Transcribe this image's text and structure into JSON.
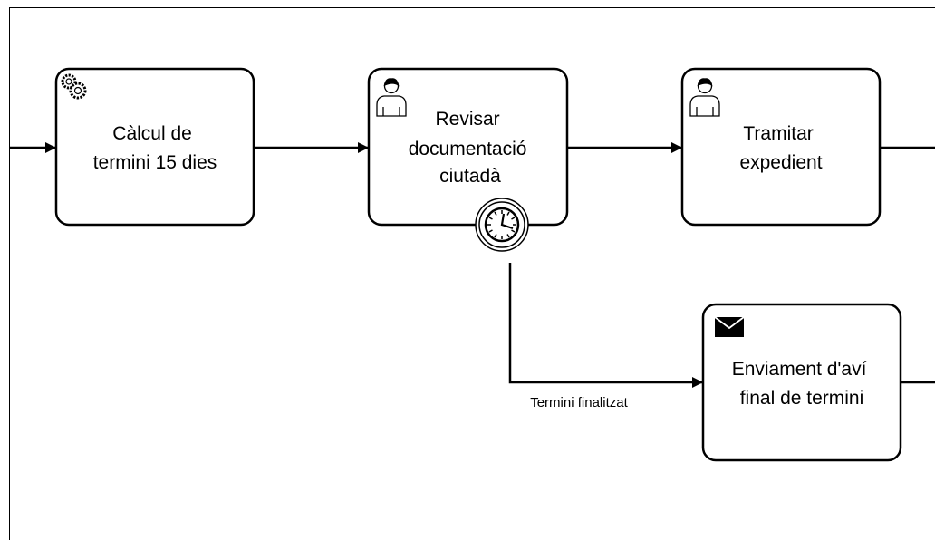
{
  "diagram": {
    "tasks": [
      {
        "id": "calcul",
        "type": "service",
        "icon": "gear-icon",
        "lines": [
          "Càlcul de",
          "termini 15 dies"
        ]
      },
      {
        "id": "revisar",
        "type": "user",
        "icon": "user-icon",
        "lines": [
          "Revisar",
          "documentació",
          "ciutadà"
        ]
      },
      {
        "id": "tramitar",
        "type": "user",
        "icon": "user-icon",
        "lines": [
          "Tramitar",
          "expedient"
        ]
      },
      {
        "id": "enviament",
        "type": "send",
        "icon": "envelope-icon",
        "lines": [
          "Enviament d'aví",
          "final de termini"
        ]
      }
    ],
    "boundary_event": {
      "type": "timer",
      "icon": "clock-icon"
    },
    "flow_label": "Termini finalitzat"
  }
}
